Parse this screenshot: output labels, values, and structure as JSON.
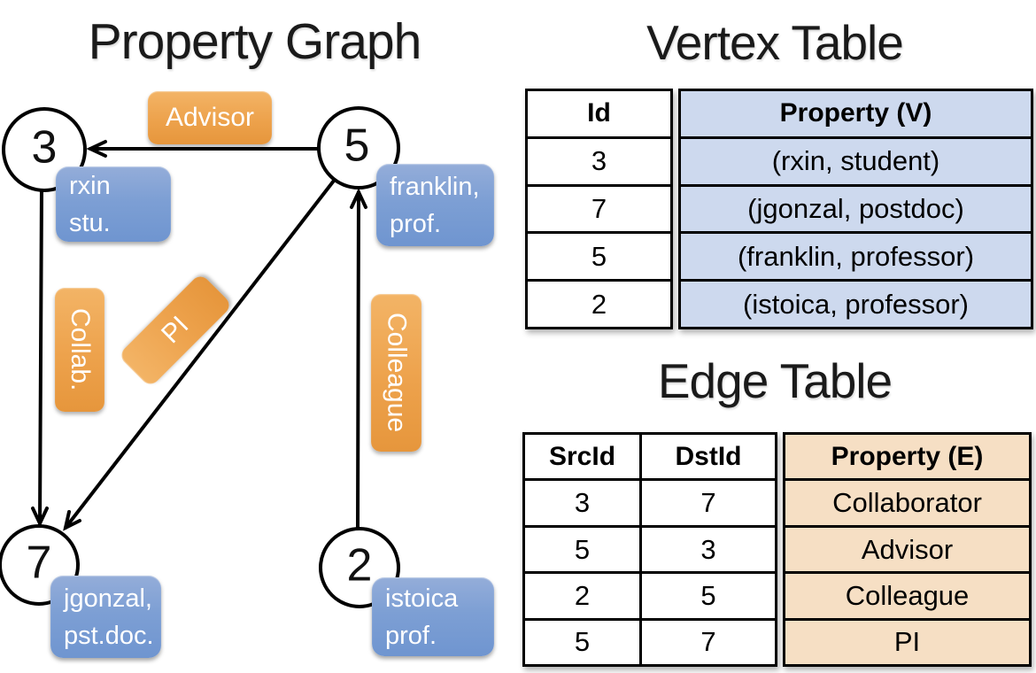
{
  "graph": {
    "title": "Property Graph",
    "nodes": [
      {
        "id": "3"
      },
      {
        "id": "5"
      },
      {
        "id": "7"
      },
      {
        "id": "2"
      }
    ],
    "node_properties": {
      "n3": {
        "line1": "rxin",
        "line2": "stu."
      },
      "n5": {
        "line1": "franklin,",
        "line2": "prof."
      },
      "n7": {
        "line1": "jgonzal,",
        "line2": "pst.doc."
      },
      "n2": {
        "line1": "istoica",
        "line2": "prof."
      }
    },
    "edge_labels": {
      "advisor": "Advisor",
      "collab": "Collab.",
      "pi": "PI",
      "colleague": "Colleague"
    }
  },
  "vertex_table": {
    "title": "Vertex Table",
    "columns": [
      "Id",
      "Property (V)"
    ],
    "rows": [
      [
        "3",
        "(rxin, student)"
      ],
      [
        "7",
        "(jgonzal, postdoc)"
      ],
      [
        "5",
        "(franklin, professor)"
      ],
      [
        "2",
        "(istoica, professor)"
      ]
    ]
  },
  "edge_table": {
    "title": "Edge Table",
    "columns": [
      "SrcId",
      "DstId",
      "Property (E)"
    ],
    "rows": [
      [
        "3",
        "7",
        "Collaborator"
      ],
      [
        "5",
        "3",
        "Advisor"
      ],
      [
        "2",
        "5",
        "Colleague"
      ],
      [
        "5",
        "7",
        "PI"
      ]
    ]
  },
  "colors": {
    "vertex_property_bg": "#cdd9ee",
    "edge_property_bg": "#f6dfc4",
    "edge_label_orange": "#eea64d",
    "vertex_property_blue": "#7f9ed3",
    "line_black": "#000000"
  }
}
